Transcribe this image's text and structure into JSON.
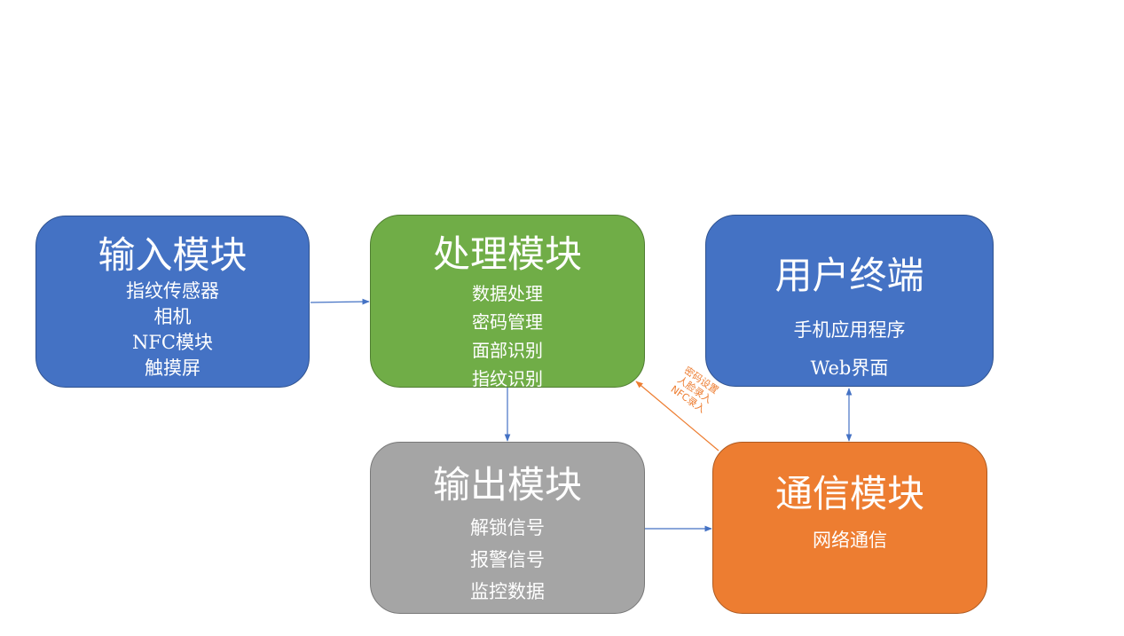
{
  "colors": {
    "blue": "#4472c4",
    "green": "#70ad47",
    "gray": "#a5a5a5",
    "orange": "#ed7d31",
    "connector_blue": "#4472c4",
    "connector_orange": "#ed7d31"
  },
  "nodes": {
    "input": {
      "title": "输入模块",
      "items": [
        "指纹传感器",
        "相机",
        "NFC模块",
        "触摸屏"
      ]
    },
    "process": {
      "title": "处理模块",
      "items": [
        "数据处理",
        "密码管理",
        "面部识别",
        "指纹识别"
      ]
    },
    "user": {
      "title": "用户终端",
      "items": [
        "手机应用程序",
        "Web界面"
      ]
    },
    "output": {
      "title": "输出模块",
      "items": [
        "解锁信号",
        "报警信号",
        "监控数据"
      ]
    },
    "comm": {
      "title": "通信模块",
      "items": [
        "网络通信"
      ]
    }
  },
  "edges": {
    "comm_to_process": {
      "label_lines": [
        "密码设置",
        "人脸录入",
        "NFC录入"
      ]
    }
  }
}
